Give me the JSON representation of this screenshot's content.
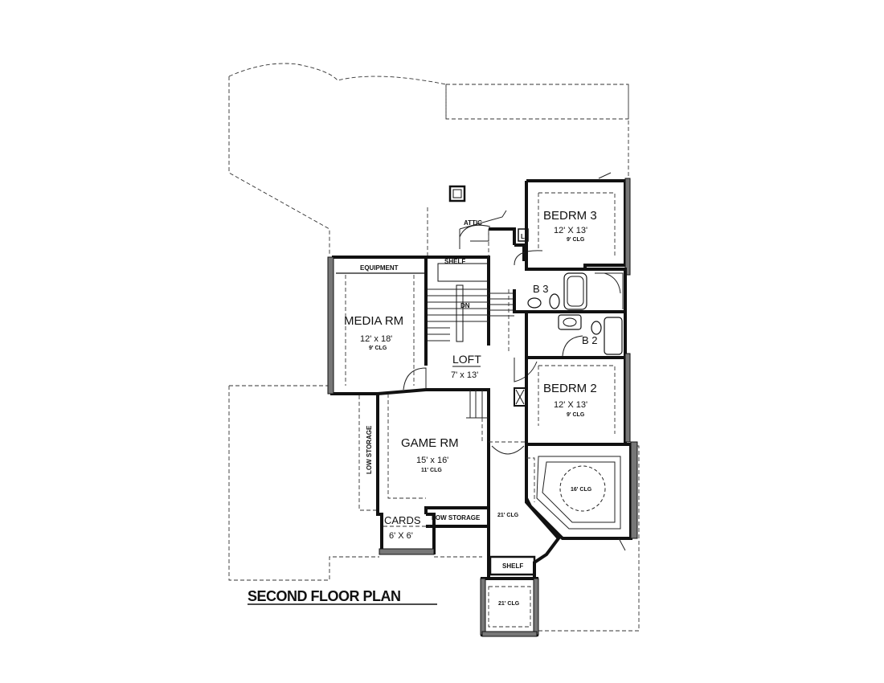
{
  "plan": {
    "title": "SECOND FLOOR PLAN",
    "attic": "ATTIC",
    "shelf_top": "SHELF",
    "shelf_bottom": "SHELF",
    "equipment": "EQUIPMENT",
    "dn": "DN",
    "linen": "L",
    "low_storage_left": "LOW STORAGE",
    "low_storage_bottom": "LOW STORAGE",
    "ceiling_21_upper": "21' CLG",
    "ceiling_21_lower": "21' CLG",
    "ceiling_16": "16' CLG"
  },
  "rooms": {
    "media": {
      "name": "MEDIA RM",
      "size": "12' x 18'",
      "ceiling": "9' CLG"
    },
    "loft": {
      "name": "LOFT",
      "size": "7' x 13'"
    },
    "game": {
      "name": "GAME RM",
      "size": "15' x 16'",
      "ceiling": "11' CLG"
    },
    "cards": {
      "name": "CARDS",
      "size": "6' X 6'"
    },
    "bedroom3": {
      "name": "BEDRM 3",
      "size": "12' X 13'",
      "ceiling": "9' CLG"
    },
    "bedroom2": {
      "name": "BEDRM 2",
      "size": "12' X 13'",
      "ceiling": "9' CLG"
    },
    "bath3": {
      "name": "B 3"
    },
    "bath2": {
      "name": "B 2"
    }
  }
}
